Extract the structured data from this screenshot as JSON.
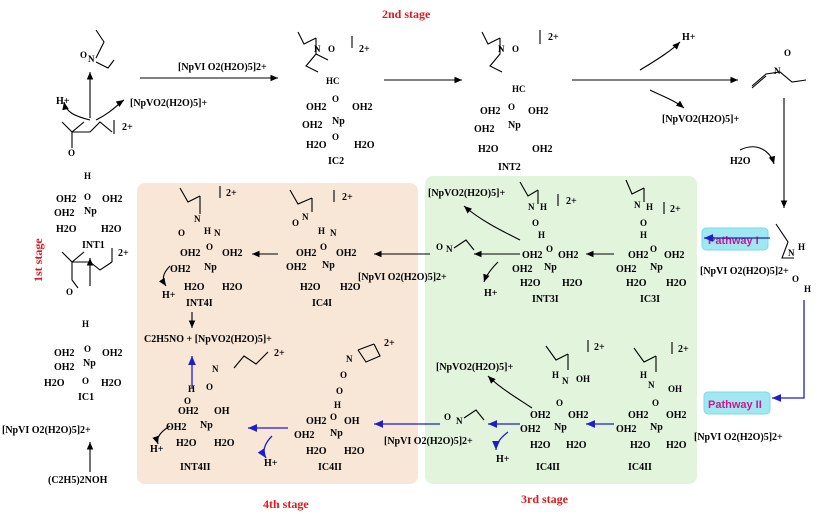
{
  "colors": {
    "stage_text": "#e0191e",
    "pathway_text": "#d4148c",
    "pathway_bg": "#9fe8f2",
    "stage4_bg": "#f8e6d6",
    "stage3_bg": "#e2f4dc",
    "blue_arrow": "#1e1ec8"
  },
  "stages": {
    "s1": "1st stage",
    "s2": "2nd stage",
    "s3": "3rd stage",
    "s4": "4th stage"
  },
  "pathways": {
    "p1": "Pathway I",
    "p2": "Pathway II"
  },
  "species": {
    "ic1": "IC1",
    "int1": "INT1",
    "ic2": "IC2",
    "int2": "INT2",
    "ic3": "IC3I",
    "int3": "INT3I",
    "ic4a": "IC4I",
    "int4a": "INT4I",
    "ic4b_r": "IC4II",
    "ic4b_m": "IC4II",
    "ic4b_l": "IC4II",
    "int4b": "INT4II"
  },
  "reagents": {
    "npvi": "[NpVI O2(H2O)5]2+",
    "npv": "[NpVO2(H2O)5]+",
    "ethylamine": "(C2H5)2NOH",
    "product": "C2H5NO + [NpVO2(H2O)5]+",
    "water": "H2O",
    "proton": "H+",
    "charge": "2+"
  },
  "atoms": {
    "oh2": "OH2",
    "h2o": "H2O",
    "np": "Np",
    "o": "O",
    "n": "N",
    "h": "H",
    "hc": "HC",
    "oh": "OH",
    "on": "O=N"
  }
}
